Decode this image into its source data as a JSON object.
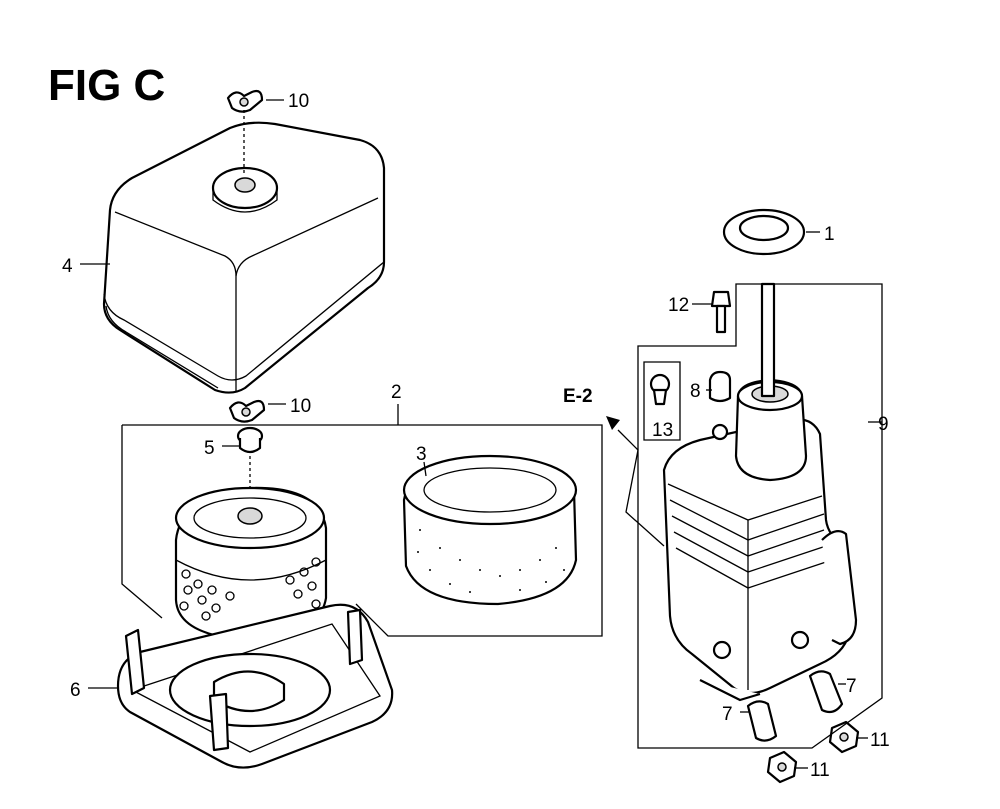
{
  "figure": {
    "title": "FIG C",
    "callouts": [
      "1",
      "2",
      "3",
      "4",
      "5",
      "6",
      "7",
      "7",
      "8",
      "9",
      "10",
      "10",
      "11",
      "11",
      "12",
      "13"
    ],
    "reference": "E-2"
  }
}
